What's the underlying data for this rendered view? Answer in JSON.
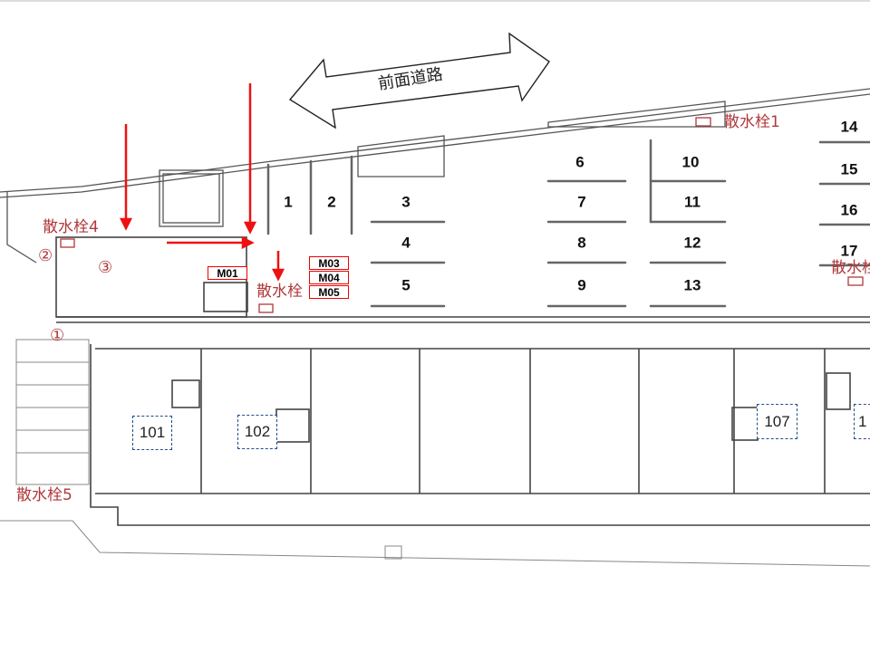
{
  "road": {
    "label": "前面道路"
  },
  "parking_spaces": [
    "1",
    "2",
    "3",
    "4",
    "5",
    "6",
    "7",
    "8",
    "9",
    "10",
    "11",
    "12",
    "13",
    "14",
    "15",
    "16",
    "17"
  ],
  "hydrants": {
    "h1": "散水栓1",
    "h4": "散水栓4",
    "h_center": "散水栓",
    "h5": "散水栓5",
    "h_right": "散水栓"
  },
  "markers": {
    "m1": "①",
    "m2": "②",
    "m3": "③"
  },
  "meters": {
    "m01": "M01",
    "m03": "M03",
    "m04": "M04",
    "m05": "M05"
  },
  "units": {
    "u101": "101",
    "u102": "102",
    "u107": "107",
    "u_partial": "1"
  },
  "colors": {
    "arrow": "#ee1111",
    "hydrant_text": "#b0393b",
    "unit_border": "#1f4e89"
  }
}
